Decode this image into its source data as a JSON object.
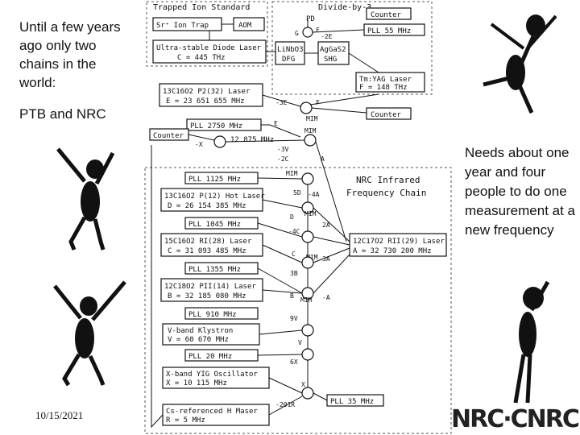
{
  "slide": {
    "left_text": "Until a few years ago only two chains in the world:",
    "left_text2": "PTB and NRC",
    "right_text": "Needs about one year and four people to do one measurement at a new frequency",
    "date": "10/15/2021",
    "logo": "NRC·CNRC"
  },
  "diagram": {
    "sections": {
      "trapped": "Trapped Ion Standard",
      "divide": "Divide-by-3",
      "chain_line1": "NRC Infrared",
      "chain_line2": "Frequency Chain"
    },
    "boxes": {
      "ion_trap": "Sr⁺ Ion Trap",
      "aom": "AOM",
      "diode_1": "Ultra-stable Diode Laser",
      "diode_2": "C = 445 THz",
      "counter_top": "Counter",
      "pd": "PD",
      "pll55": "PLL 55 MHz",
      "linbo3_1": "LiNbO3",
      "linbo3_2": "DFG",
      "aggas_1": "AgGaS2",
      "aggas_2": "SHG",
      "tmyag_1": "Tm:YAG Laser",
      "tmyag_2": "F = 148 THz",
      "co2_32_1": "13C16O2 P2(32) Laser",
      "co2_32_2": "E = 23 651 655 MHz",
      "counter_mid": "Counter",
      "counter_left": "Counter",
      "pll2750": "PLL 2750 MHz",
      "f12875": "12 875 MHz",
      "pll1125": "PLL 1125 MHz",
      "hot_1": "13C16O2 P(12) Hot Laser",
      "hot_2": "D = 26 154 385 MHz",
      "pll1045": "PLL 1045 MHz",
      "co2_28_1": "15C16O2 RI(28) Laser",
      "co2_28_2": "C = 31 093 485 MHz",
      "pll1355": "PLL 1355 MHz",
      "co2_14_1": "12C18O2 PII(14) Laser",
      "co2_14_2": "B = 32 185 080 MHz",
      "co2_29_1": "12C17O2 RII(29) Laser",
      "co2_29_2": "A = 32 730 200 MHz",
      "pll910": "PLL 910 MHz",
      "vband_1": "V-band Klystron",
      "vband_2": "V = 60 670 MHz",
      "pll20": "PLL 20 MHz",
      "xband_1": "X-band YIG Oscillator",
      "xband_2": "X = 10 115 MHz",
      "pll35": "PLL 35 MHz",
      "maser_1": "Cs-referenced H Maser",
      "maser_2": "R = 5 MHz"
    },
    "labels": {
      "g": "G",
      "f": "F",
      "m2e": "-2E",
      "m3e": "-3E",
      "e": "E",
      "mim1": "MIM",
      "mim2": "MIM",
      "mim3": "MIM",
      "mim4": "MIM",
      "mim5": "MIM",
      "mim6": "MIM",
      "mim7": "MIM",
      "mx": "-X",
      "m3v": "-3V",
      "m2c": "-2C",
      "a1": "A",
      "a2": "A",
      "a3": "-A",
      "sd": "5D",
      "m4a": "-4A",
      "d": "D",
      "m4c": "-4C",
      "pa": "2A",
      "c": "C",
      "pb": "3A",
      "b3": "3B",
      "b": "B",
      "v9": "9V",
      "v": "V",
      "x6": "6X",
      "r201": "-201R",
      "x": "X"
    }
  }
}
